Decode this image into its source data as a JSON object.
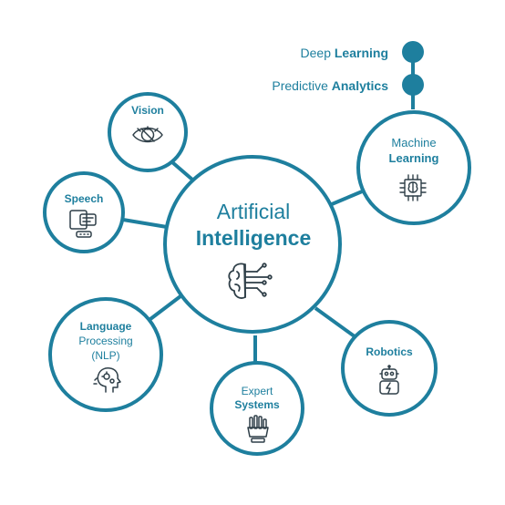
{
  "colors": {
    "accent": "#1e7f9e",
    "icon": "#2f3f48",
    "background": "#ffffff"
  },
  "center": {
    "line1": "Artificial",
    "line2": "Intelligence",
    "icon": "brain-circuit-icon"
  },
  "branches": {
    "deep_learning": {
      "light": "Deep ",
      "bold": "Learning"
    },
    "predictive_analytics": {
      "light": "Predictive ",
      "bold": "Analytics"
    }
  },
  "nodes": {
    "vision": {
      "bold": "Vision",
      "icon": "eye-icon"
    },
    "speech": {
      "bold": "Speech",
      "icon": "speech-bubbles-icon"
    },
    "nlp": {
      "bold": "Language",
      "light1": "Processing",
      "light2": "(NLP)",
      "icon": "head-gears-icon"
    },
    "expert": {
      "light": "Expert",
      "bold": "Systems",
      "icon": "hand-icon"
    },
    "robotics": {
      "bold": "Robotics",
      "icon": "robot-icon"
    },
    "ml": {
      "light": "Machine",
      "bold": "Learning",
      "icon": "chip-brain-icon"
    }
  }
}
